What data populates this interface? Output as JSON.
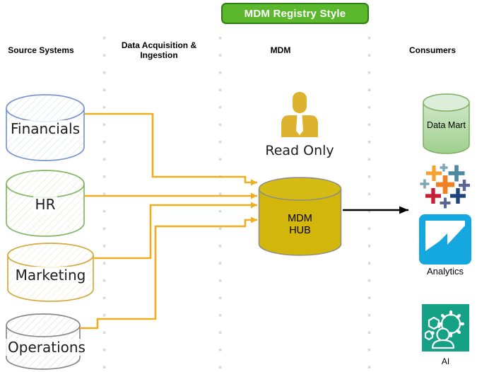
{
  "title": "MDM Registry Style",
  "columns": {
    "source_systems": "Source Systems",
    "data_acquisition": "Data Acquisition & Ingestion",
    "mdm": "MDM",
    "consumers": "Consumers"
  },
  "source_systems": [
    {
      "label": "Financials",
      "shape": "database-cylinder",
      "stroke_color": "#7a97cf"
    },
    {
      "label": "HR",
      "shape": "database-cylinder",
      "stroke_color": "#86b565"
    },
    {
      "label": "Marketing",
      "shape": "database-cylinder",
      "stroke_color": "#d2a93e"
    },
    {
      "label": "Operations",
      "shape": "database-cylinder",
      "stroke_color": "#8a8a8a"
    }
  ],
  "mdm": {
    "access_mode": "Read Only",
    "hub_label": "MDM\nHUB",
    "hub_fill": "#d2b60b",
    "person_icon_color": "#dcb22f"
  },
  "consumers": [
    {
      "label": "Data Mart",
      "icon": "database-icon"
    },
    {
      "label": "",
      "icon": "tableau-icon"
    },
    {
      "label": "Analytics",
      "icon": "analytics-icon"
    },
    {
      "label": "AI",
      "icon": "ai-icon"
    }
  ],
  "connections": [
    {
      "from": "Financials",
      "to": "MDM HUB",
      "style": "gold-arrow"
    },
    {
      "from": "HR",
      "to": "MDM HUB",
      "style": "gold-arrow"
    },
    {
      "from": "Marketing",
      "to": "MDM HUB",
      "style": "gold-arrow"
    },
    {
      "from": "Operations",
      "to": "MDM HUB",
      "style": "gold-arrow"
    },
    {
      "from": "MDM HUB",
      "to": "Consumers",
      "style": "black-arrow"
    }
  ],
  "colors": {
    "title_fill": "#5bb72b",
    "title_border": "#2e7d12",
    "connector_gold": "#f0ad1e",
    "connector_black": "#000000",
    "separator_gray": "#d8d8d8",
    "datamart_fill": "#bfe0b0",
    "analytics_blue": "#14a7e0",
    "ai_teal": "#15a186",
    "tableau_palette": [
      "#f5a32e",
      "#4e87a0",
      "#7fa9bb",
      "#f08024",
      "#5c6692",
      "#c72037",
      "#1f447e"
    ]
  }
}
